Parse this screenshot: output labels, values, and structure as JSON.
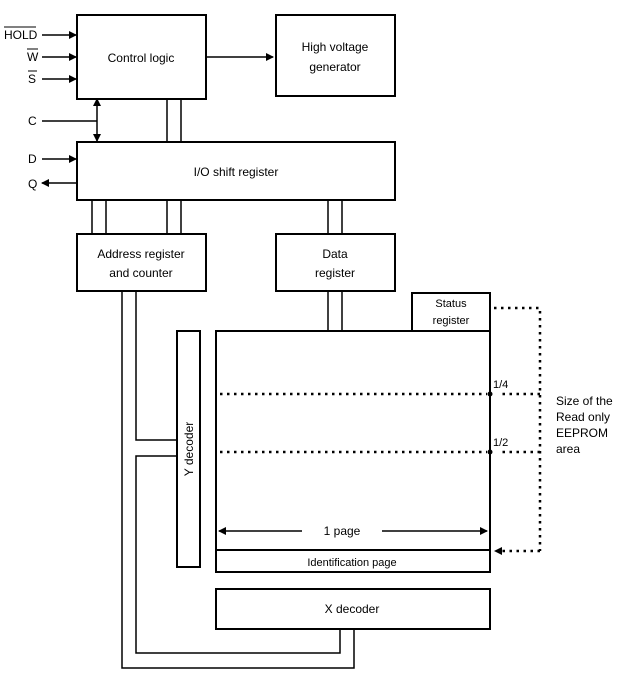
{
  "signals": {
    "hold": "HOLD",
    "w": "W",
    "s": "S",
    "c": "C",
    "d": "D",
    "q": "Q"
  },
  "blocks": {
    "control_logic": "Control logic",
    "high_voltage_line1": "High voltage",
    "high_voltage_line2": "generator",
    "io_shift_register": "I/O shift register",
    "address_line1": "Address register",
    "address_line2": "and counter",
    "data_line1": "Data",
    "data_line2": "register",
    "status_line1": "Status",
    "status_line2": "register",
    "y_decoder": "Y decoder",
    "x_decoder": "X decoder",
    "identification_page": "Identification page"
  },
  "memory": {
    "page_label": "1 page",
    "quarter_mark": "1/4",
    "half_mark": "1/2"
  },
  "side_note": {
    "line1": "Size of the",
    "line2": "Read only",
    "line3": "EEPROM",
    "line4": "area"
  }
}
